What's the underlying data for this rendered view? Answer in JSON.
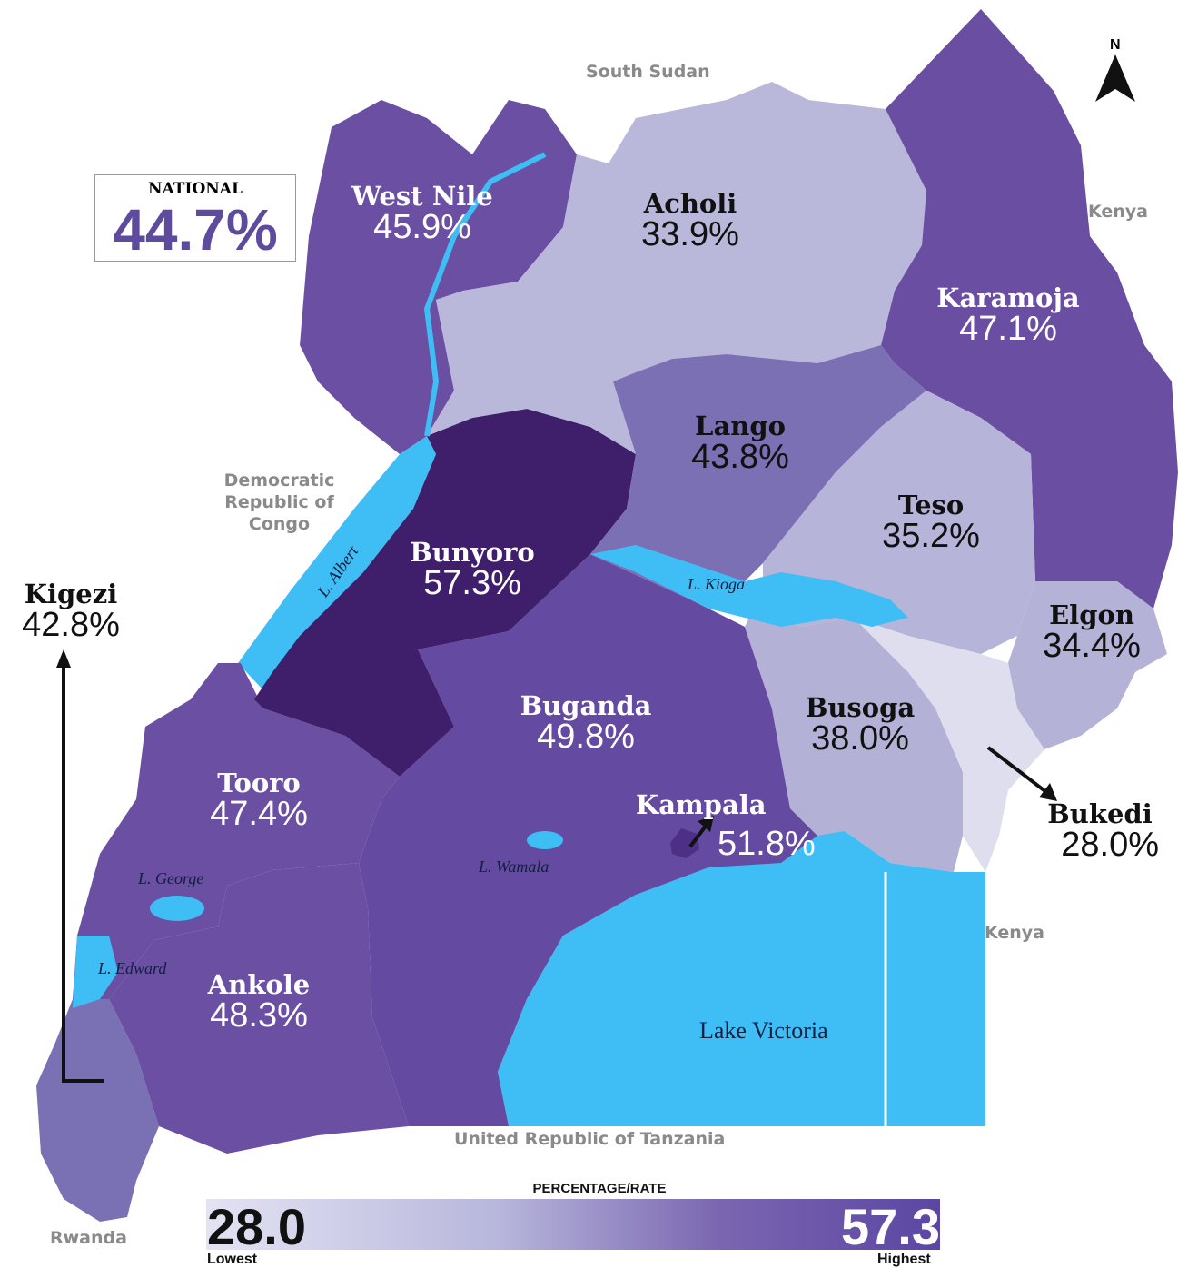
{
  "map": {
    "north_label": "N",
    "national": {
      "title": "NATIONAL",
      "value": "44.7%"
    },
    "regions": {
      "west_nile": {
        "name": "West Nile",
        "value": "45.9%",
        "color": "#6a4fa3"
      },
      "acholi": {
        "name": "Acholi",
        "value": "33.9%",
        "color": "#b9b8da"
      },
      "karamoja": {
        "name": "Karamoja",
        "value": "47.1%",
        "color": "#694ea2"
      },
      "lango": {
        "name": "Lango",
        "value": "43.8%",
        "color": "#7b70b3"
      },
      "teso": {
        "name": "Teso",
        "value": "35.2%",
        "color": "#b6b4d8"
      },
      "elgon": {
        "name": "Elgon",
        "value": "34.4%",
        "color": "#b4b2d6"
      },
      "bunyoro": {
        "name": "Bunyoro",
        "value": "57.3%",
        "color": "#3f1f6c"
      },
      "buganda": {
        "name": "Buganda",
        "value": "49.8%",
        "color": "#644aa0"
      },
      "busoga": {
        "name": "Busoga",
        "value": "38.0%",
        "color": "#b3b1d6"
      },
      "bukedi": {
        "name": "Bukedi",
        "value": "28.0%",
        "color": "#dfdeee"
      },
      "kampala": {
        "name": "Kampala",
        "value": "51.8%",
        "color": "#4e2f86"
      },
      "tooro": {
        "name": "Tooro",
        "value": "47.4%",
        "color": "#6a4fa3"
      },
      "ankole": {
        "name": "Ankole",
        "value": "48.3%",
        "color": "#6a4fa3"
      },
      "kigezi": {
        "name": "Kigezi",
        "value": "42.8%",
        "color": "#7a70b4"
      }
    },
    "countries": {
      "south_sudan": "South Sudan",
      "kenya_north": "Kenya",
      "kenya_south": "Kenya",
      "drc": "Democratic Republic of Congo",
      "tanzania": "United Republic of Tanzania",
      "rwanda": "Rwanda"
    },
    "lakes": {
      "albert": "L. Albert",
      "kioga": "L. Kioga",
      "george": "L. George",
      "edward": "L. Edward",
      "wamala": "L. Wamala",
      "victoria": "Lake Victoria"
    },
    "water_color": "#3fbdf5",
    "legend": {
      "title": "PERCENTAGE/RATE",
      "low_value": "28.0",
      "high_value": "57.3",
      "low_label": "Lowest",
      "high_label": "Highest"
    }
  }
}
